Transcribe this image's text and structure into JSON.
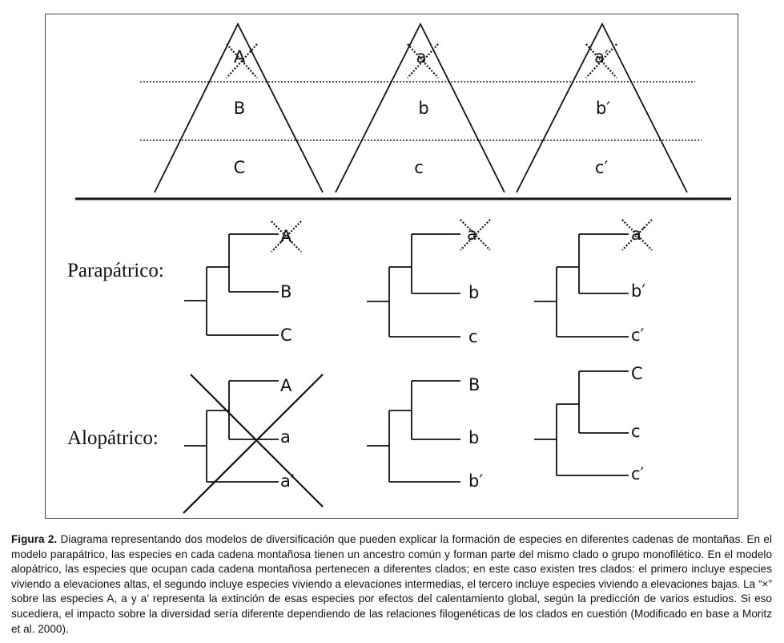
{
  "mountains": [
    {
      "top": "A",
      "mid": "B",
      "low": "C"
    },
    {
      "top": "a",
      "mid": "b",
      "low": "c"
    },
    {
      "top": "a′",
      "mid": "b′",
      "low": "c′"
    }
  ],
  "models": {
    "parapatric": {
      "label": "Parapátrico:",
      "trees": [
        [
          "A",
          "B",
          "C"
        ],
        [
          "a",
          "b",
          "c"
        ],
        [
          "a′",
          "b′",
          "c′"
        ]
      ]
    },
    "allopatric": {
      "label": "Alopátrico:",
      "trees": [
        [
          "A",
          "a",
          "a′"
        ],
        [
          "B",
          "b",
          "b′"
        ],
        [
          "C",
          "c",
          "c′"
        ]
      ]
    }
  },
  "caption": {
    "label": "Figura 2.",
    "text": "Diagrama representando dos modelos de diversificación que pueden explicar la formación de especies en diferentes cadenas de montañas. En el modelo parapátrico, las especies en cada cadena montañosa tienen un ancestro común y forman parte del mismo clado o grupo monofilético. En el modelo alopátrico, las especies que ocupan cada cadena montañosa pertenecen a diferentes clados; en este caso existen tres clados: el primero incluye especies viviendo a elevaciones altas, el segundo incluye especies viviendo a elevaciones intermedias, el tercero incluye especies viviendo a elevaciones bajas. La “×” sobre las especies A, a y a’ representa la extinción de esas especies por efectos del calentamiento global, según la predicción de varios estudios. Si eso sucediera, el impacto sobre la diversidad sería diferente dependiendo de las relaciones filogenéticas de los clados en cuestión (Modificado en base a Moritz et al. 2000)."
  }
}
